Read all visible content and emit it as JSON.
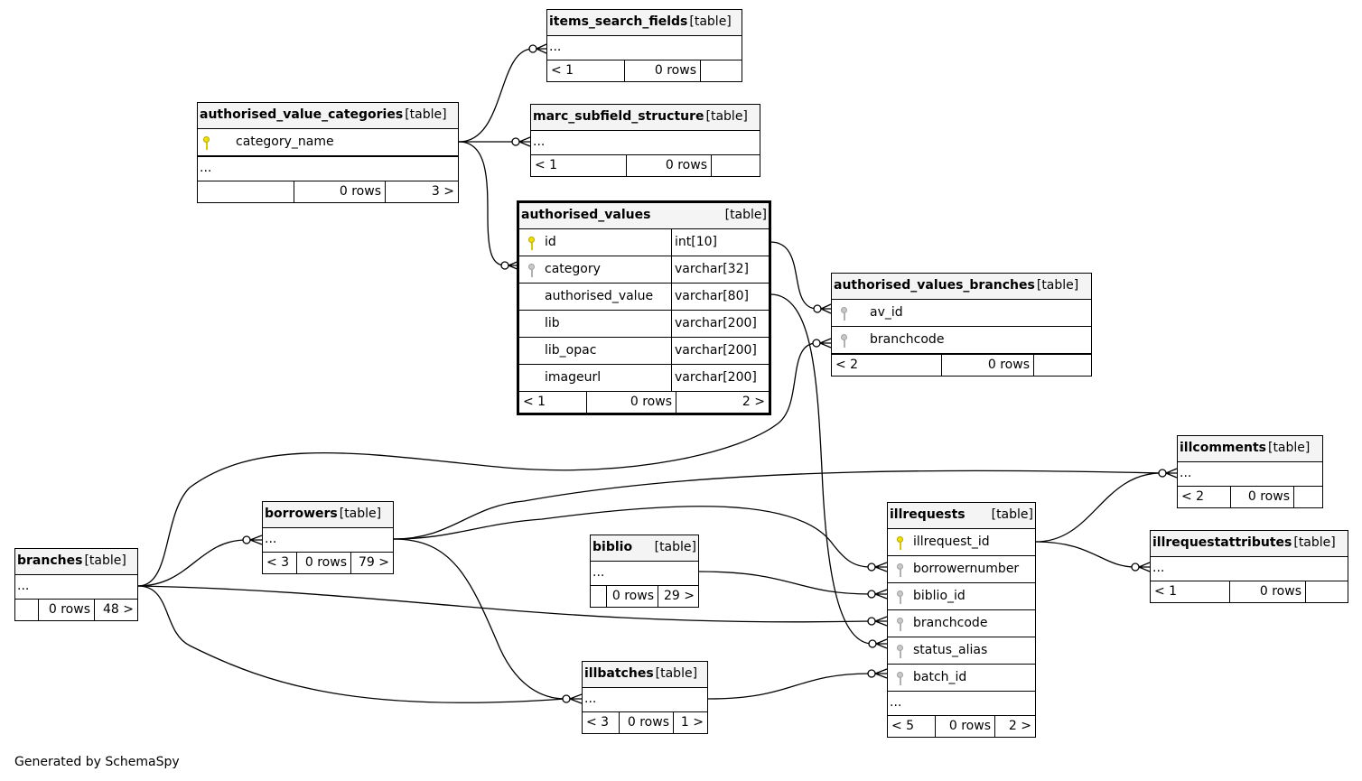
{
  "footer": "Generated by SchemaSpy",
  "colors": {
    "primary_key": "#f0e000",
    "foreign_key": "#c8c8c8",
    "header_bg": "#f4f4f4",
    "line": "#000000"
  },
  "tables": {
    "items_search_fields": {
      "name": "items_search_fields",
      "kind": "[table]",
      "ellipsis": "...",
      "parents": "< 1",
      "rows": "0 rows",
      "children": ""
    },
    "authorised_value_categories": {
      "name": "authorised_value_categories",
      "kind": "[table]",
      "columns": [
        {
          "name": "category_name",
          "key": "primary-key"
        }
      ],
      "ellipsis": "...",
      "parents": "",
      "rows": "0 rows",
      "children": "3 >"
    },
    "marc_subfield_structure": {
      "name": "marc_subfield_structure",
      "kind": "[table]",
      "ellipsis": "...",
      "parents": "< 1",
      "rows": "0 rows",
      "children": ""
    },
    "authorised_values": {
      "name": "authorised_values",
      "kind": "[table]",
      "columns": [
        {
          "name": "id",
          "type": "int[10]",
          "key": "primary-key"
        },
        {
          "name": "category",
          "type": "varchar[32]",
          "key": "foreign-key"
        },
        {
          "name": "authorised_value",
          "type": "varchar[80]",
          "key": ""
        },
        {
          "name": "lib",
          "type": "varchar[200]",
          "key": ""
        },
        {
          "name": "lib_opac",
          "type": "varchar[200]",
          "key": ""
        },
        {
          "name": "imageurl",
          "type": "varchar[200]",
          "key": ""
        }
      ],
      "parents": "< 1",
      "rows": "0 rows",
      "children": "2 >"
    },
    "authorised_values_branches": {
      "name": "authorised_values_branches",
      "kind": "[table]",
      "columns": [
        {
          "name": "av_id",
          "key": "foreign-key"
        },
        {
          "name": "branchcode",
          "key": "foreign-key"
        }
      ],
      "parents": "< 2",
      "rows": "0 rows",
      "children": ""
    },
    "illcomments": {
      "name": "illcomments",
      "kind": "[table]",
      "ellipsis": "...",
      "parents": "< 2",
      "rows": "0 rows",
      "children": ""
    },
    "borrowers": {
      "name": "borrowers",
      "kind": "[table]",
      "ellipsis": "...",
      "parents": "< 3",
      "rows": "0 rows",
      "children": "79 >"
    },
    "branches": {
      "name": "branches",
      "kind": "[table]",
      "ellipsis": "...",
      "parents": "",
      "rows": "0 rows",
      "children": "48 >"
    },
    "biblio": {
      "name": "biblio",
      "kind": "[table]",
      "ellipsis": "...",
      "parents": "",
      "rows": "0 rows",
      "children": "29 >"
    },
    "illrequests": {
      "name": "illrequests",
      "kind": "[table]",
      "columns": [
        {
          "name": "illrequest_id",
          "key": "primary-key"
        },
        {
          "name": "borrowernumber",
          "key": "foreign-key"
        },
        {
          "name": "biblio_id",
          "key": "foreign-key"
        },
        {
          "name": "branchcode",
          "key": "foreign-key"
        },
        {
          "name": "status_alias",
          "key": "foreign-key"
        },
        {
          "name": "batch_id",
          "key": "foreign-key"
        }
      ],
      "ellipsis": "...",
      "parents": "< 5",
      "rows": "0 rows",
      "children": "2 >"
    },
    "illrequestattributes": {
      "name": "illrequestattributes",
      "kind": "[table]",
      "ellipsis": "...",
      "parents": "< 1",
      "rows": "0 rows",
      "children": ""
    },
    "illbatches": {
      "name": "illbatches",
      "kind": "[table]",
      "ellipsis": "...",
      "parents": "< 3",
      "rows": "0 rows",
      "children": "1 >"
    }
  }
}
